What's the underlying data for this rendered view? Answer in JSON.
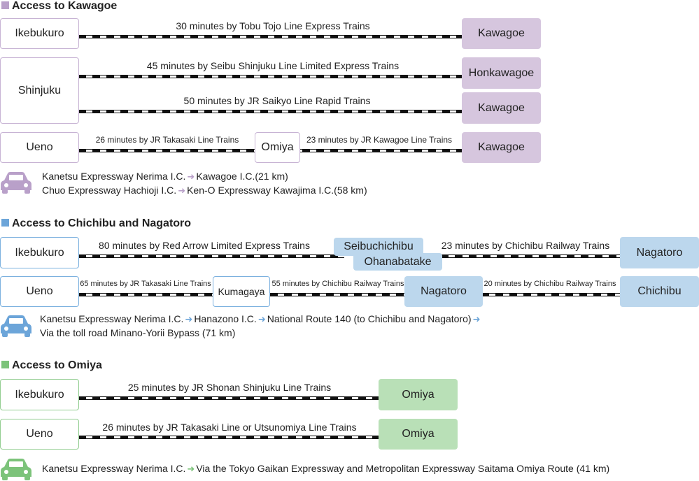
{
  "colors": {
    "kawagoe": "#d6c6de",
    "kawagoe_accent": "#b9a0c9",
    "chichibu": "#bcd7ed",
    "chichibu_accent": "#6ca5d9",
    "omiya": "#b9e0b7",
    "omiya_accent": "#7cc37a"
  },
  "kawagoe": {
    "heading": "Access to Kawagoe",
    "origins": {
      "ikebukuro": "Ikebukuro",
      "shinjuku": "Shinjuku",
      "ueno": "Ueno",
      "omiya": "Omiya"
    },
    "dests": {
      "kawagoe1": "Kawagoe",
      "honkawagoe": "Honkawagoe",
      "kawagoe2": "Kawagoe",
      "kawagoe3": "Kawagoe"
    },
    "routes": {
      "tobu": "30 minutes by Tobu Tojo Line Express Trains",
      "seibu": "45 minutes by Seibu Shinjuku Line Limited Express Trains",
      "saikyo": "50 minutes by JR Saikyo Line Rapid Trains",
      "takasaki": "26 minutes by JR Takasaki Line Trains",
      "kawagoe_line": "23 minutes by JR Kawagoe Line Trains"
    },
    "car": {
      "icon": "car-icon",
      "line1_a": "Kanetsu Expressway Nerima I.C.",
      "line1_b": "Kawagoe I.C.(21 km)",
      "line2_a": "Chuo Expressway Hachioji I.C.",
      "line2_b": "Ken-O Expressway Kawajima I.C.(58 km)"
    }
  },
  "chichibu": {
    "heading": "Access to Chichibu and Nagatoro",
    "origins": {
      "ikebukuro": "Ikebukuro",
      "ueno": "Ueno",
      "kumagaya": "Kumagaya"
    },
    "mid": {
      "seibuchichibu": "Seibuchichibu",
      "ohanabatake": "Ohanabatake",
      "nagatoro": "Nagatoro"
    },
    "dests": {
      "nagatoro": "Nagatoro",
      "chichibu": "Chichibu"
    },
    "routes": {
      "red_arrow": "80 minutes by Red Arrow Limited Express Trains",
      "chichibu_rail": "23 minutes by Chichibu Railway Trains",
      "takasaki": "65 minutes by JR Takasaki Line Trains",
      "chichibu_rail2": "55 minutes by Chichibu Railway Trains",
      "chichibu_rail3": "20 minutes by Chichibu Railway Trains"
    },
    "car": {
      "icon": "car-icon",
      "line1_a": "Kanetsu Expressway Nerima I.C.",
      "line1_b": "Hanazono I.C.",
      "line1_c": "National Route 140 (to Chichibu and Nagatoro)",
      "line2": "Via the toll road Minano-Yorii Bypass (71 km)"
    }
  },
  "omiya": {
    "heading": "Access to Omiya",
    "origins": {
      "ikebukuro": "Ikebukuro",
      "ueno": "Ueno"
    },
    "dests": {
      "omiya1": "Omiya",
      "omiya2": "Omiya"
    },
    "routes": {
      "shonan": "25 minutes by JR Shonan Shinjuku Line Trains",
      "takasaki": "26 minutes by JR Takasaki Line or Utsunomiya Line Trains"
    },
    "car": {
      "icon": "car-icon",
      "line1_a": "Kanetsu Expressway Nerima I.C.",
      "line1_b": "Via the Tokyo Gaikan Expressway and Metropolitan Expressway Saitama Omiya Route (41 km)"
    }
  }
}
